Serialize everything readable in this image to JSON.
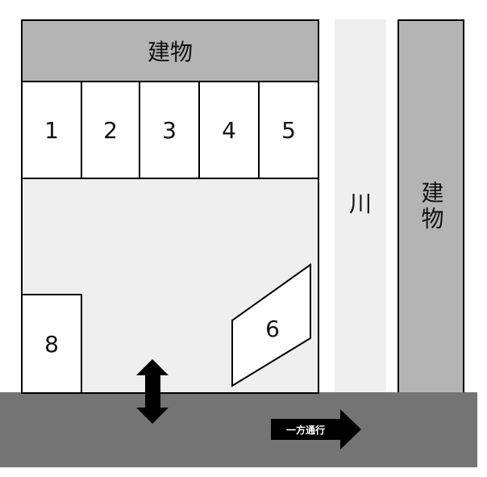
{
  "diagram": {
    "type": "parking-lot-layout",
    "building_top": {
      "label": "建物"
    },
    "building_right": {
      "label": "建物"
    },
    "river": {
      "label": "川"
    },
    "slots": [
      {
        "id": "1",
        "label": "1"
      },
      {
        "id": "2",
        "label": "2"
      },
      {
        "id": "3",
        "label": "3"
      },
      {
        "id": "4",
        "label": "4"
      },
      {
        "id": "5",
        "label": "5"
      },
      {
        "id": "6",
        "label": "6"
      },
      {
        "id": "8",
        "label": "8"
      }
    ],
    "road": {
      "oneway_label": "一方通行",
      "entrance_arrow": "double-vertical-arrow-icon",
      "direction_arrow": "right-arrow-icon"
    },
    "colors": {
      "building": "#b4b4b4",
      "lot": "#efefef",
      "road": "#747474",
      "slot": "#ffffff",
      "outline": "#000000"
    }
  }
}
